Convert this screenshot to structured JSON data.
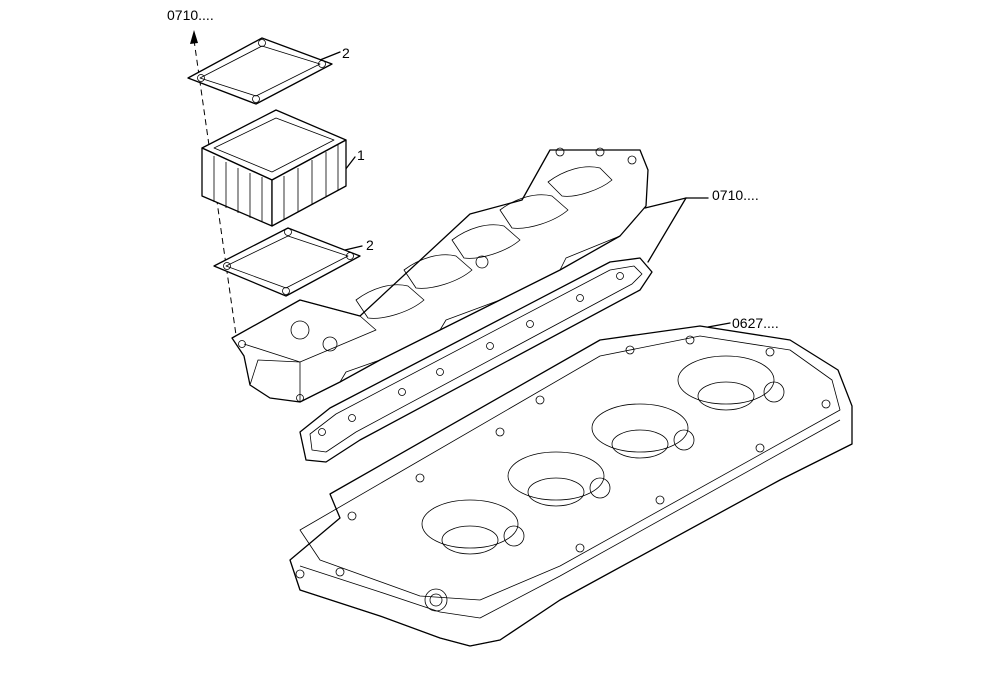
{
  "diagram": {
    "callouts": {
      "top_ref": "0710....",
      "gasket_top": "2",
      "breather_box": "1",
      "gasket_lower": "2",
      "cover_ref": "0710....",
      "head_ref": "0627...."
    }
  }
}
